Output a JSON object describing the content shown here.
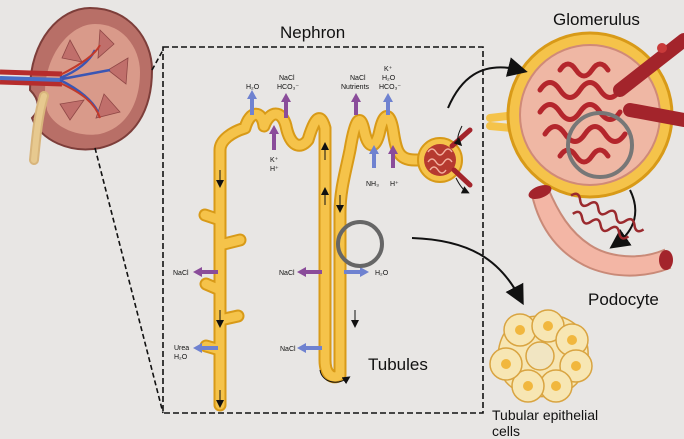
{
  "labels": {
    "nephron": "Nephron",
    "glomerulus": "Glomerulus",
    "podocyte": "Podocyte",
    "tubules": "Tubules",
    "tubular_epithelial_line1": "Tubular epithelial",
    "tubular_epithelial_line2": "cells"
  },
  "ion_labels": {
    "h2o_top": "H₂O",
    "nacl_hco3_top_1": "NaCl",
    "nacl_hco3_top_2": "HCO₃⁻",
    "k_h_1": "K⁺",
    "k_h_2": "H⁺",
    "nacl_nutrients_1": "NaCl",
    "nacl_nutrients_2": "Nutrients",
    "k_h2o_hco3_1": "K⁺",
    "k_h2o_hco3_2": "H₂O",
    "k_h2o_hco3_3": "HCO₃⁻",
    "nh3": "NH₃",
    "h_plus": "H⁺",
    "nacl_left": "NaCl",
    "nacl_mid": "NaCl",
    "h2o_mid": "H₂O",
    "nacl_bottom": "NaCl",
    "urea": "Urea",
    "h2o_bottom": "H₂O"
  },
  "colors": {
    "tubule": "#f5c34a",
    "tubule_edge": "#d89a18",
    "purple_arrow": "#8a4c9a",
    "blue_arrow": "#6f82d0",
    "kidney_tissue": "#c98a7a",
    "vessel_red": "#a3242b"
  }
}
